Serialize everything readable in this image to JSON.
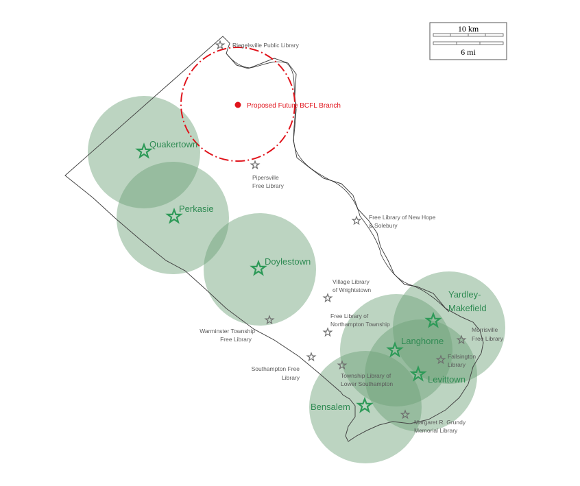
{
  "colors": {
    "service_area_fill": "#6a9f76",
    "branch_star": "#2e9a58",
    "minor_star": "#6e6e6e",
    "proposed": "#e0141c",
    "county_outline": "#444444",
    "river": "#333333"
  },
  "scale": {
    "km_label": "10 km",
    "mi_label": "6 mi"
  },
  "proposed": {
    "label": "Proposed Future BCFL Branch"
  },
  "branches": [
    {
      "id": "quakertown",
      "label": "Quakertown"
    },
    {
      "id": "perkasie",
      "label": "Perkasie"
    },
    {
      "id": "doylestown",
      "label": "Doylestown"
    },
    {
      "id": "yardley",
      "line1": "Yardley-",
      "line2": "Makefield"
    },
    {
      "id": "langhorne",
      "label": "Langhorne"
    },
    {
      "id": "levittown",
      "label": "Levittown"
    },
    {
      "id": "bensalem",
      "label": "Bensalem"
    }
  ],
  "libraries": [
    {
      "id": "riegelsville",
      "lines": [
        "Riegelsville Public Library"
      ]
    },
    {
      "id": "pipersville",
      "lines": [
        "Pipersville",
        "Free Library"
      ]
    },
    {
      "id": "new-hope",
      "lines": [
        "Free Library of New Hope",
        "& Solebury"
      ]
    },
    {
      "id": "wrightstown",
      "lines": [
        "Village Library",
        "of Wrightstown"
      ]
    },
    {
      "id": "northampton",
      "lines": [
        "Free Library of",
        "Northampton Township"
      ]
    },
    {
      "id": "warminster",
      "lines": [
        "Warminster Township",
        "Free Library"
      ]
    },
    {
      "id": "southampton",
      "lines": [
        "Southampton Free",
        "Library"
      ]
    },
    {
      "id": "lower-southampton",
      "lines": [
        "Township Library of",
        "Lower Southampton"
      ]
    },
    {
      "id": "morrisville",
      "lines": [
        "Morrisville",
        "Free Library"
      ]
    },
    {
      "id": "fallsington",
      "lines": [
        "Fallsington",
        "Library"
      ]
    },
    {
      "id": "grundy",
      "lines": [
        "Margaret R. Grundy",
        "Memorial Library"
      ]
    }
  ]
}
